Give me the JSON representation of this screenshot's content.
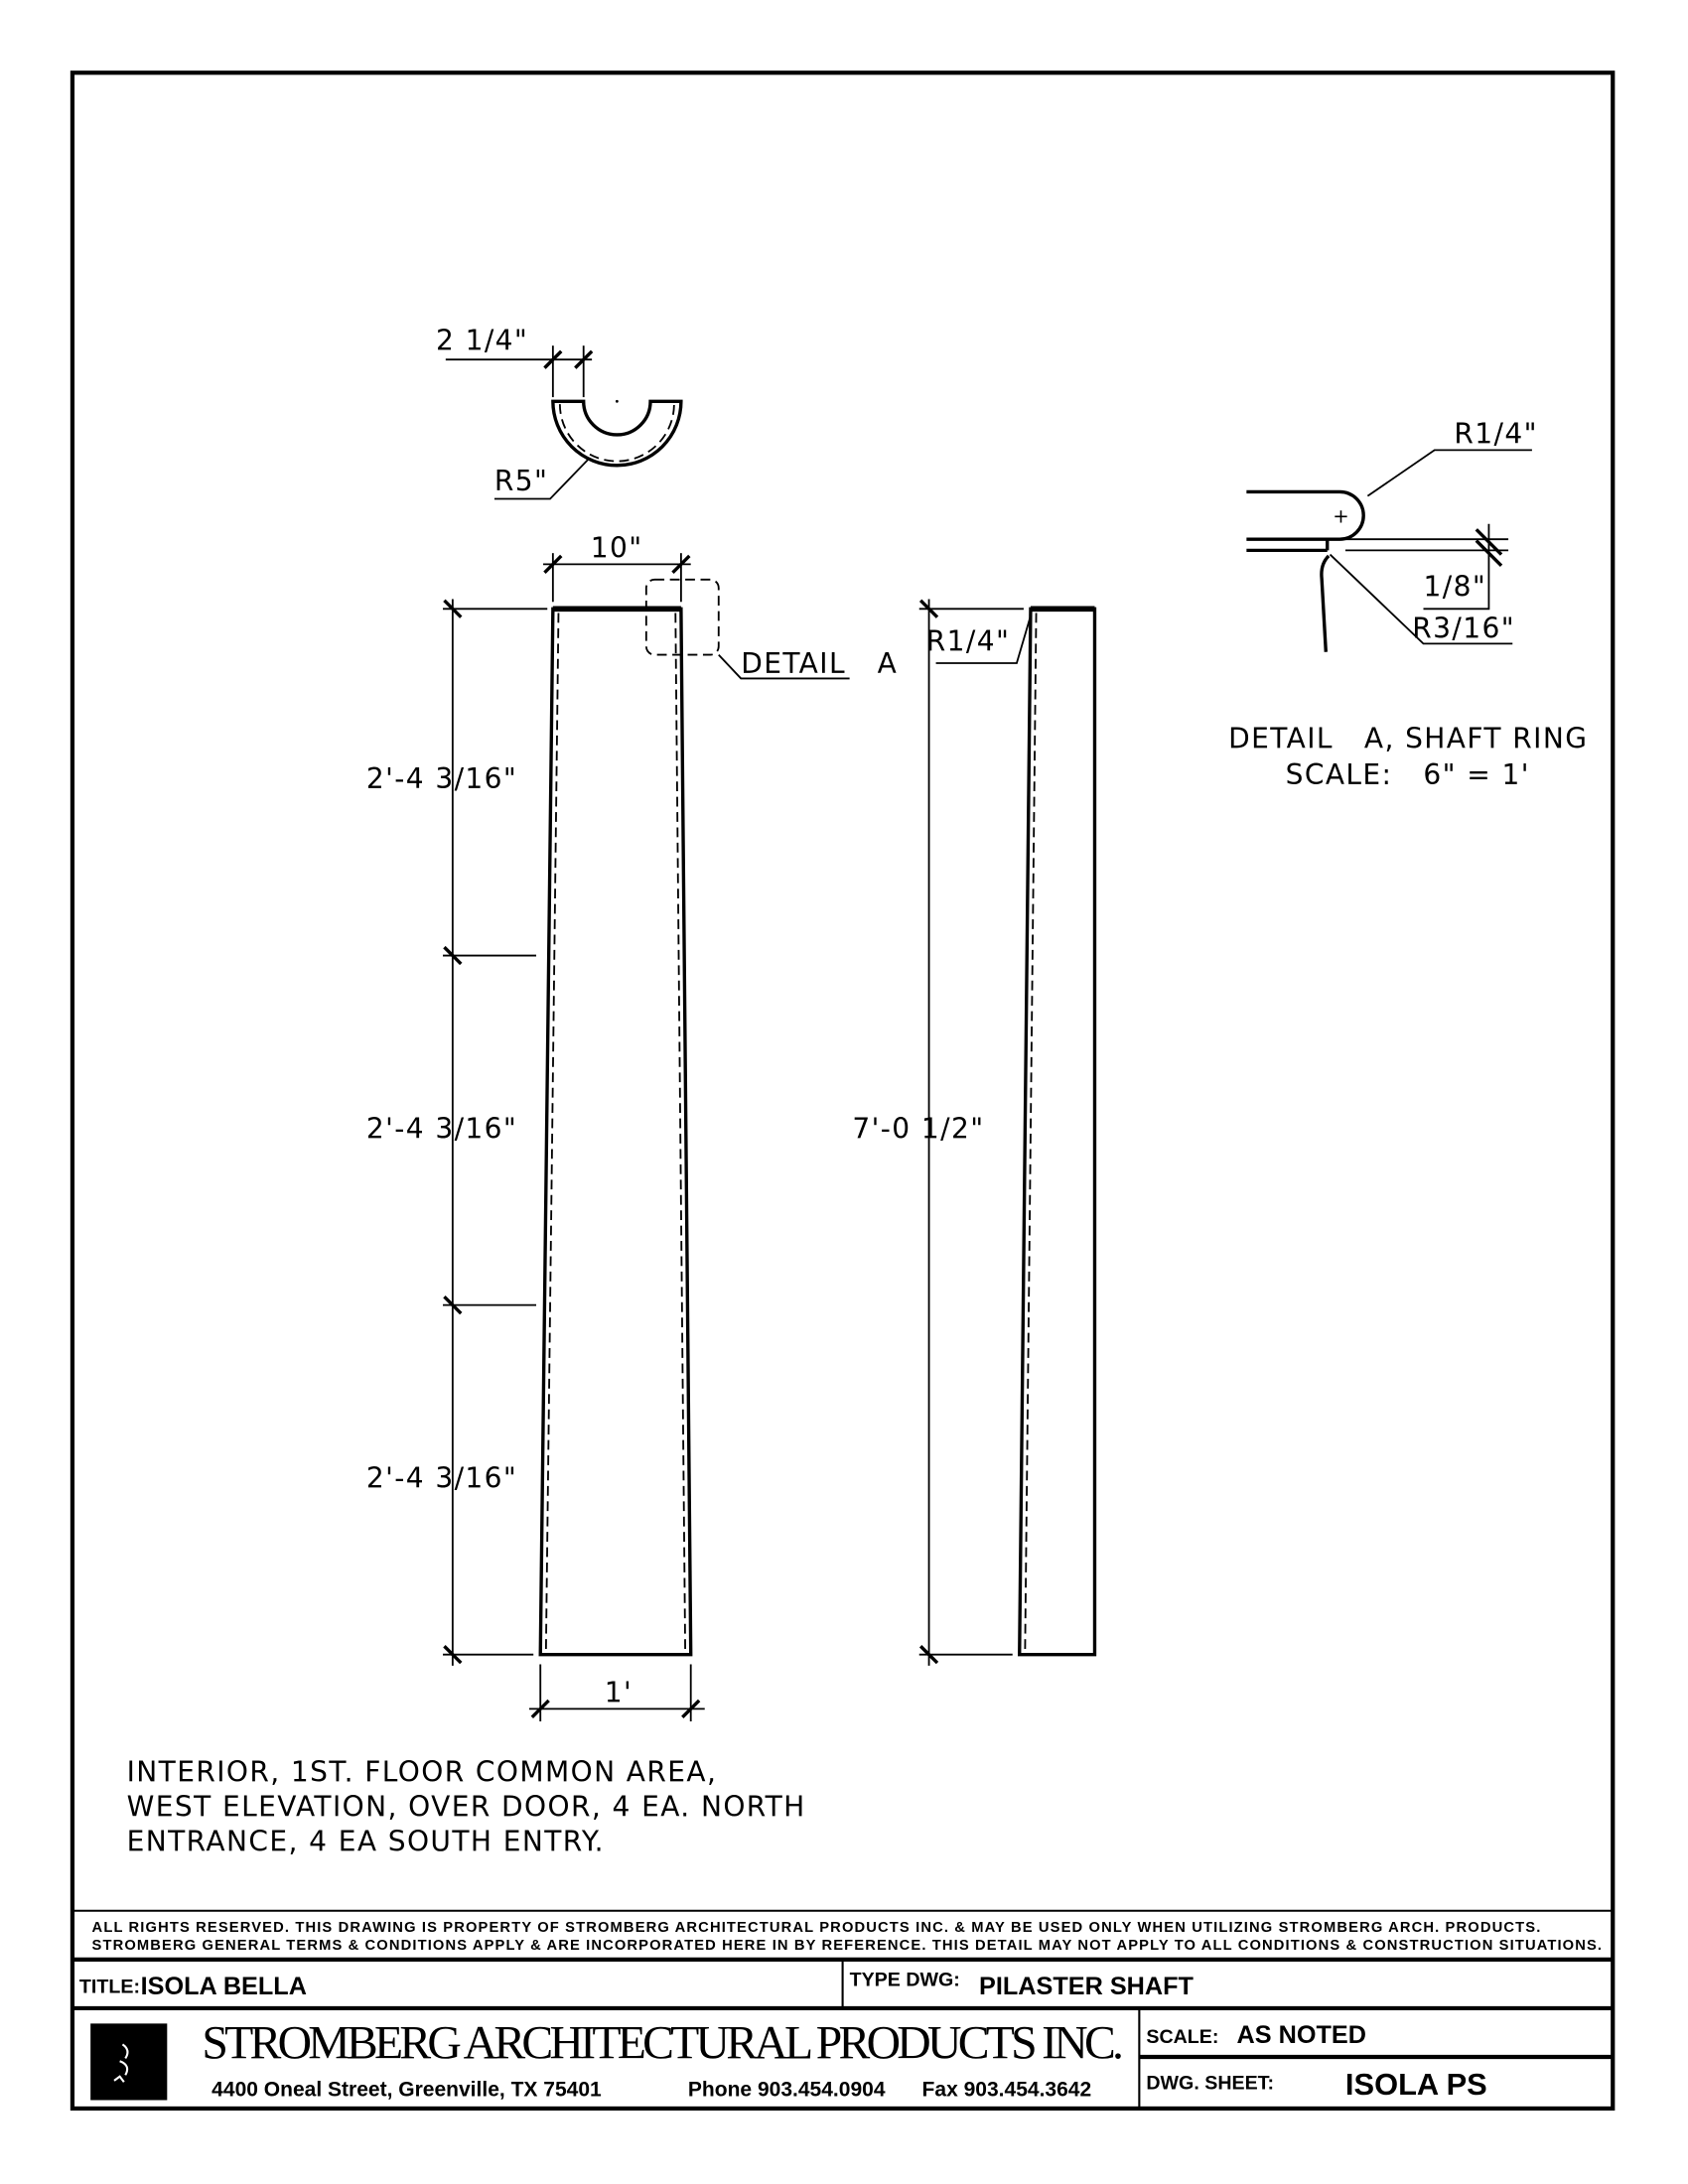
{
  "drawing": {
    "plan_dims": {
      "ring_width": "2 1/4\"",
      "radius": "R5\""
    },
    "front_elevation": {
      "top_width": "10\"",
      "bottom_width": "1'",
      "segments": [
        "2'-4 3/16\"",
        "2'-4 3/16\"",
        "2'-4 3/16\""
      ],
      "detail_callout": "DETAIL",
      "detail_letter": "A"
    },
    "side_elevation": {
      "height": "7'-0 1/2\"",
      "radius": "R1/4\""
    },
    "detail_a": {
      "radius_top": "R1/4\"",
      "step": "1/8\"",
      "radius_bottom": "R3/16\"",
      "caption": "DETAIL   A, SHAFT RING",
      "scale": "SCALE:   6\" = 1'"
    },
    "notes": [
      "INTERIOR, 1ST. FLOOR COMMON AREA,",
      "WEST ELEVATION, OVER DOOR, 4 EA. NORTH",
      "ENTRANCE, 4 EA SOUTH ENTRY."
    ]
  },
  "title_block": {
    "disclaimer": [
      "ALL RIGHTS RESERVED. THIS DRAWING IS PROPERTY OF STROMBERG ARCHITECTURAL PRODUCTS INC. & MAY BE USED ONLY WHEN UTILIZING STROMBERG ARCH. PRODUCTS.",
      "STROMBERG GENERAL TERMS & CONDITIONS APPLY & ARE INCORPORATED HERE IN BY REFERENCE. THIS DETAIL MAY NOT APPLY TO ALL CONDITIONS & CONSTRUCTION SITUATIONS."
    ],
    "title_label": "TITLE:",
    "title_value": "ISOLA BELLA",
    "type_label": "TYPE DWG:",
    "type_value": "PILASTER SHAFT",
    "company": "STROMBERG ARCHITECTURAL PRODUCTS INC.",
    "address": "4400 Oneal Street, Greenville, TX  75401",
    "phone": "Phone 903.454.0904",
    "fax": "Fax 903.454.3642",
    "scale_label": "SCALE:",
    "scale_value": "AS NOTED",
    "sheet_label": "DWG. SHEET:",
    "sheet_value": "ISOLA PS"
  }
}
